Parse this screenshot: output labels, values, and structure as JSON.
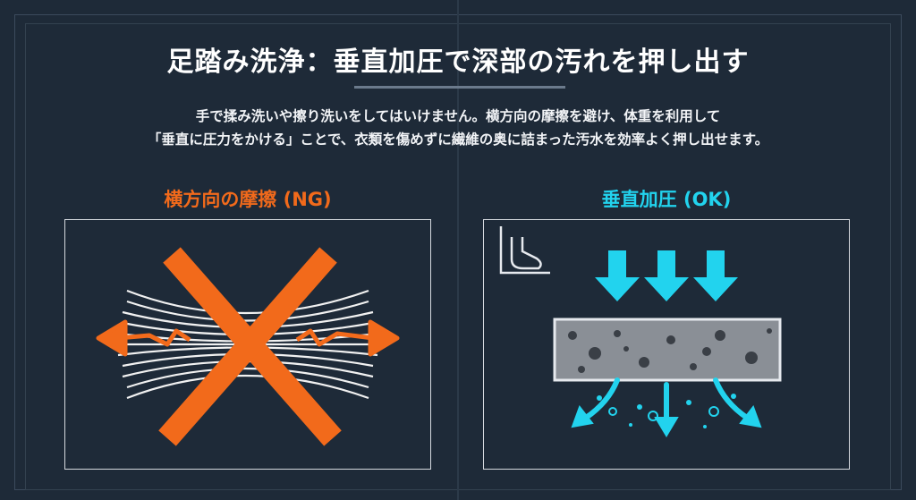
{
  "title": "足踏み洗浄：垂直加圧で深部の汚れを押し出す",
  "description": {
    "line1": "手で揉み洗いや擦り洗いをしてはいけません。横方向の摩擦を避け、体重を利用して",
    "line2": "「垂直に圧力をかける」ことで、衣類を傷めずに繊維の奥に詰まった汚水を効率よく押し出せます。"
  },
  "panels": {
    "ng": {
      "label": "横方向の摩擦 (NG)",
      "color": "#f26a1b",
      "icons": [
        "fiber-bundle-icon",
        "cross-icon",
        "left-arrow-icon",
        "right-arrow-icon"
      ]
    },
    "ok": {
      "label": "垂直加圧 (OK)",
      "color": "#22d3ee",
      "icons": [
        "foot-icon",
        "down-arrow-icon",
        "fabric-layer-icon",
        "water-spray-icon"
      ]
    }
  },
  "colors": {
    "background": "#1e2a38",
    "frame": "#3b4a5c"
  }
}
